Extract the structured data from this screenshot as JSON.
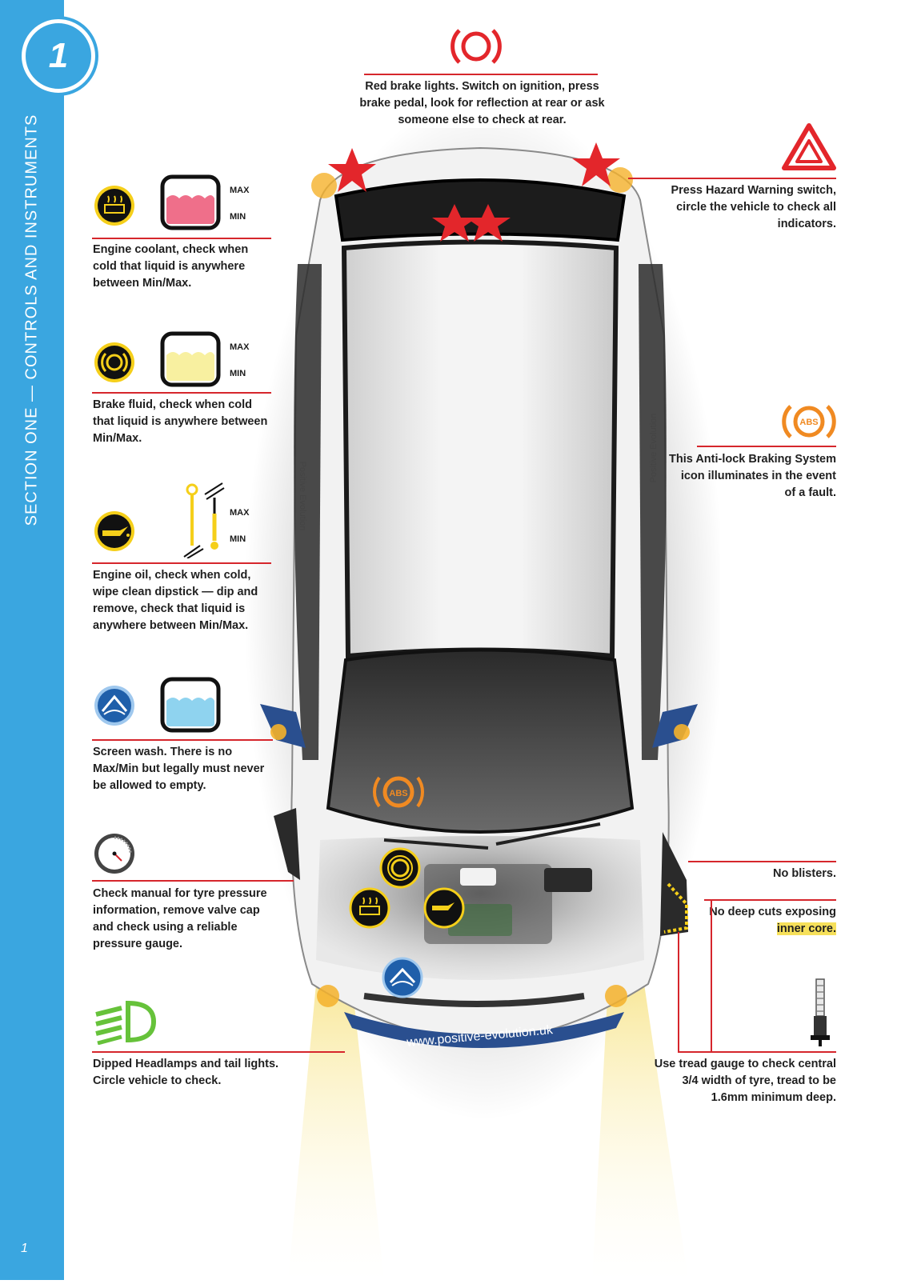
{
  "section": {
    "number": "1",
    "title": "SECTION ONE — CONTROLS AND INSTRUMENTS",
    "page_number": "1"
  },
  "brake_lights": {
    "text": "Red brake lights. Switch on ignition, press brake pedal, look for reflection at rear or ask someone else to check at rear."
  },
  "hazard": {
    "text": "Press Hazard Warning switch, circle the vehicle to check all indicators."
  },
  "abs": {
    "text": "This Anti-lock Braking System icon illuminates in the event of a fault.",
    "icon_label": "ABS"
  },
  "coolant": {
    "text": "Engine coolant, check when cold that liquid is anywhere between Min/Max.",
    "max": "MAX",
    "min": "MIN"
  },
  "brake_fluid": {
    "text": "Brake fluid, check when cold that liquid is anywhere between Min/Max.",
    "max": "MAX",
    "min": "MIN"
  },
  "oil": {
    "text": "Engine oil, check when cold, wipe clean dipstick — dip and remove, check that liquid is anywhere between Min/Max.",
    "max": "MAX",
    "min": "MIN"
  },
  "screen_wash": {
    "text": "Screen wash. There is no Max/Min but legally must never be allowed to empty."
  },
  "tyre_pressure": {
    "text": "Check manual for tyre pressure information, remove valve cap and check using a reliable pressure gauge."
  },
  "headlamps": {
    "text": "Dipped Headlamps and tail lights. Circle vehicle to check."
  },
  "blisters": {
    "text": "No blisters."
  },
  "cuts": {
    "text_a": "No deep cuts exposing ",
    "text_b": "inner core."
  },
  "tread": {
    "text": "Use tread gauge to check central 3/4 width of tyre, tread to be 1.6mm minimum deep."
  },
  "car": {
    "website": "www.positive-evolution.uk",
    "side_brand": "Positive Evolution",
    "abs_label": "ABS"
  },
  "colors": {
    "sidebar": "#3aa6e0",
    "rule": "#d6262c",
    "warning_red": "#e3262b",
    "amber": "#f08a22",
    "yellow": "#f5cf1a",
    "green": "#66c23a"
  }
}
